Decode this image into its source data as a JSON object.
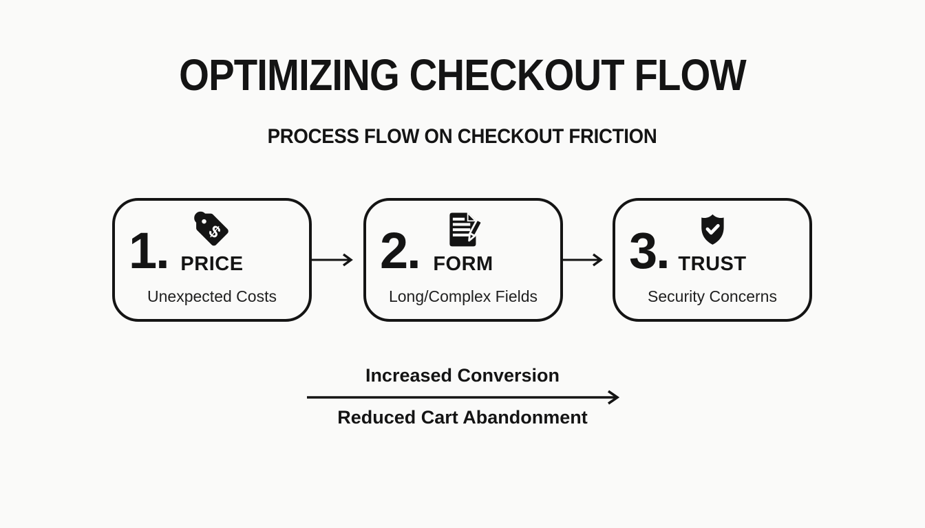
{
  "page": {
    "background_color": "#fafaf9",
    "ink_color": "#141414"
  },
  "header": {
    "title": "OPTIMIZING CHECKOUT FLOW",
    "subtitle": "PROCESS FLOW ON CHECKOUT FRICTION"
  },
  "steps": [
    {
      "number": "1.",
      "label": "PRICE",
      "description": "Unexpected Costs",
      "icon": "price-tag-icon"
    },
    {
      "number": "2.",
      "label": "FORM",
      "description": "Long/Complex Fields",
      "icon": "document-pencil-icon"
    },
    {
      "number": "3.",
      "label": "TRUST",
      "description": "Security Concerns",
      "icon": "shield-check-icon"
    }
  ],
  "outcome": {
    "top_label": "Increased Conversion",
    "bottom_label": "Reduced Cart Abandonment"
  }
}
